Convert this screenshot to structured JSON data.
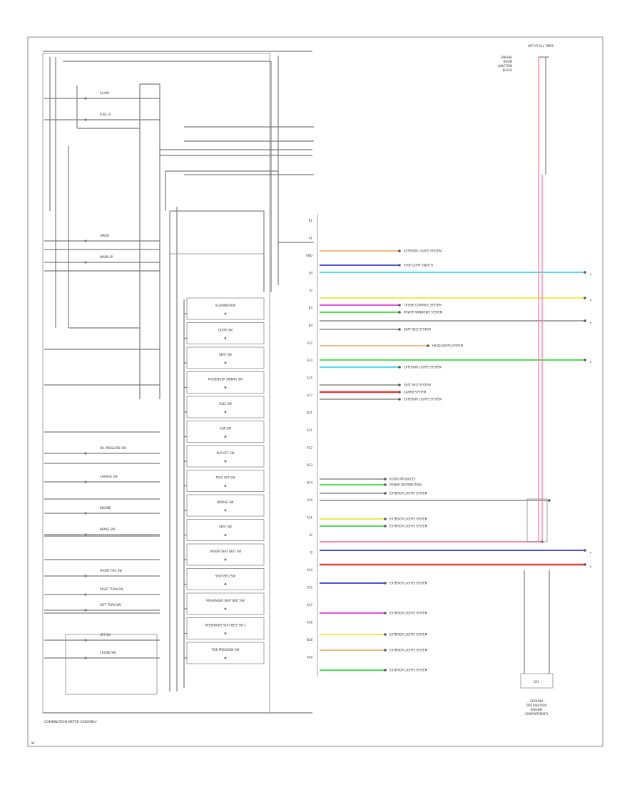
{
  "diagram": {
    "footer_label": "COMBINATION METER ASSEMBLY",
    "page_code": "W",
    "top_right_label": "HOT AT ALL TIMES",
    "top_right_caption": [
      "ENGINE",
      "ROOM",
      "JUNCTION",
      "BLOCK"
    ],
    "bottom_right_caption": [
      "GROUND",
      "DISTRIBUTION",
      "(ENGINE",
      "COMPARTMENT)"
    ],
    "bottom_right_connector": "G01",
    "left_components": [
      "ILLUMI",
      "FUEL LV",
      "SPEED",
      "WARN LP",
      "OIL PRESSURE SW",
      "CHARGE SW",
      "ENGINE",
      "BRAKE SW",
      "FRONT FOG SW",
      "RIGHT TURN SW",
      "LEFT TURN SW",
      "SET SW",
      "CRUISE SW"
    ],
    "center_components": [
      "ILLUMINATION",
      "DOOR SW",
      "SEAT SW",
      "PASSENGER AIRBAG SW",
      "FUEL SW",
      "SLIP SW",
      "SLIP OFF SW",
      "TRAC OFF SW",
      "BRIDGE SW",
      "SEAT SW",
      "DRIVER SEAT BELT SW",
      "SEAT BELT SW",
      "PASSENGER SEAT BELT SW",
      "PASSENGER SEAT BELT SW 2",
      "TIRE PRESSURE SW"
    ],
    "right_systems": [
      "EXTERIOR LIGHTS SYSTEM",
      "STOP LIGHT SWITCH",
      "CRUISE CONTROL SYSTEM",
      "POWER WINDOWS SYSTEM",
      "SEAT BELT SYSTEM",
      "HEADLIGHTS SYSTEM",
      "EXTERIOR LIGHTS SYSTEM",
      "SEAT BELT SYSTEM",
      "ALARM SYSTEM",
      "EXTERIOR LIGHTS SYSTEM",
      "AUDIO PRODUCTS",
      "POWER DISTRIBUTION",
      "EXTERIOR LIGHTS SYSTEM",
      "EXTERIOR LIGHTS SYSTEM",
      "EXTERIOR LIGHTS SYSTEM",
      "EXTERIOR LIGHTS SYSTEM",
      "EXTERIOR LIGHTS SYSTEM",
      "EXTERIOR LIGHTS SYSTEM",
      "EXTERIOR LIGHTS SYSTEM"
    ],
    "right_pins": [
      "B1",
      "A1",
      "GND",
      "A9",
      "IG",
      "B3",
      "B4",
      "A12",
      "A14",
      "A15",
      "A17",
      "B11",
      "A21",
      "A22",
      "B13",
      "B14",
      "A30",
      "A31",
      "IG",
      "B",
      "A34",
      "A35",
      "A37",
      "A38",
      "B18",
      "A40"
    ],
    "wire_colors": {
      "blue": "#3a3adc",
      "cyan": "#3ad7e8",
      "yellow": "#e8e83a",
      "magenta": "#e03ae0",
      "green": "#3ad83a",
      "red": "#e23a3a",
      "pink": "#f27a9a",
      "orange": "#f0b070",
      "gray": "#9a9a9a"
    }
  }
}
